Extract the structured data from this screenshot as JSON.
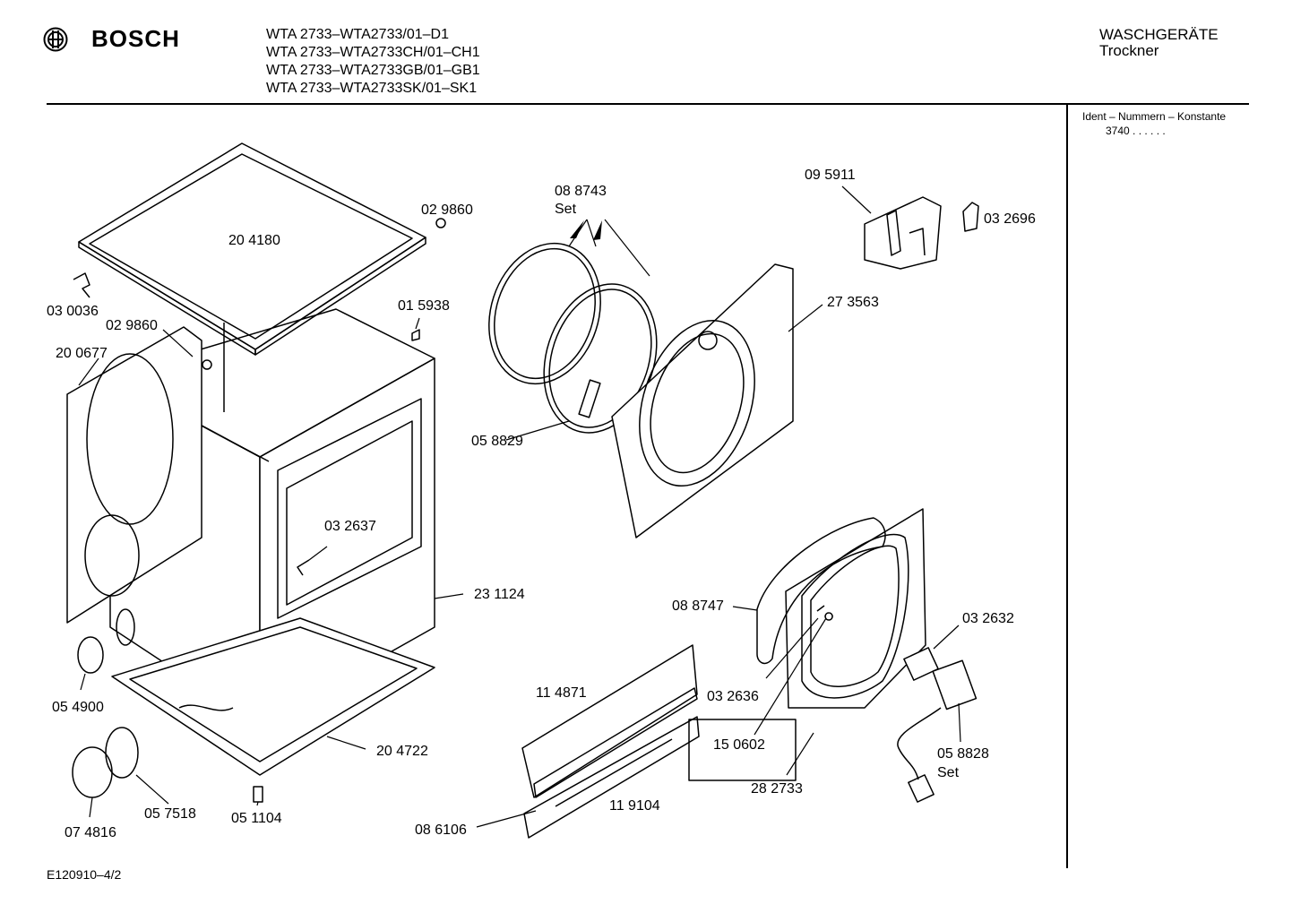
{
  "header": {
    "brand": "BOSCH",
    "models": [
      "WTA 2733–WTA2733/01–D1",
      "WTA 2733–WTA2733CH/01–CH1",
      "WTA 2733–WTA2733GB/01–GB1",
      "WTA 2733–WTA2733SK/01–SK1"
    ],
    "category": "WASCHGERÄTE",
    "subcategory": "Trockner"
  },
  "ident": {
    "label": "Ident – Nummern – Konstante",
    "value": "3740 . . . . . ."
  },
  "parts": [
    {
      "id": "p1",
      "lines": [
        "20 4180"
      ]
    },
    {
      "id": "p2",
      "lines": [
        "02 9860"
      ]
    },
    {
      "id": "p3",
      "lines": [
        "03 0036"
      ]
    },
    {
      "id": "p4",
      "lines": [
        "02 9860"
      ]
    },
    {
      "id": "p5",
      "lines": [
        "20 0677"
      ]
    },
    {
      "id": "p6",
      "lines": [
        "01 5938"
      ]
    },
    {
      "id": "p7",
      "lines": [
        "03 2637"
      ]
    },
    {
      "id": "p8",
      "lines": [
        "23 1124"
      ]
    },
    {
      "id": "p9",
      "lines": [
        "05 4900"
      ]
    },
    {
      "id": "p10",
      "lines": [
        "20 4722"
      ]
    },
    {
      "id": "p11",
      "lines": [
        "05 7518"
      ]
    },
    {
      "id": "p12",
      "lines": [
        "05 1104"
      ]
    },
    {
      "id": "p13",
      "lines": [
        "07 4816"
      ]
    },
    {
      "id": "p14",
      "lines": [
        "08 8743",
        "Set"
      ]
    },
    {
      "id": "p15",
      "lines": [
        "05 8829"
      ]
    },
    {
      "id": "p16",
      "lines": [
        "09 5911"
      ]
    },
    {
      "id": "p17",
      "lines": [
        "03 2696"
      ]
    },
    {
      "id": "p18",
      "lines": [
        "27 3563"
      ]
    },
    {
      "id": "p19",
      "lines": [
        "08 8747"
      ]
    },
    {
      "id": "p20",
      "lines": [
        "03 2632"
      ]
    },
    {
      "id": "p21",
      "lines": [
        "11 4871"
      ]
    },
    {
      "id": "p22",
      "lines": [
        "03 2636"
      ]
    },
    {
      "id": "p23",
      "lines": [
        "15 0602"
      ]
    },
    {
      "id": "p24",
      "lines": [
        "05 8828",
        "Set"
      ]
    },
    {
      "id": "p25",
      "lines": [
        "28 2733"
      ]
    },
    {
      "id": "p26",
      "lines": [
        "11 9104"
      ]
    },
    {
      "id": "p27",
      "lines": [
        "08 6106"
      ]
    }
  ],
  "footer": {
    "doc_id": "E120910–4/2"
  }
}
